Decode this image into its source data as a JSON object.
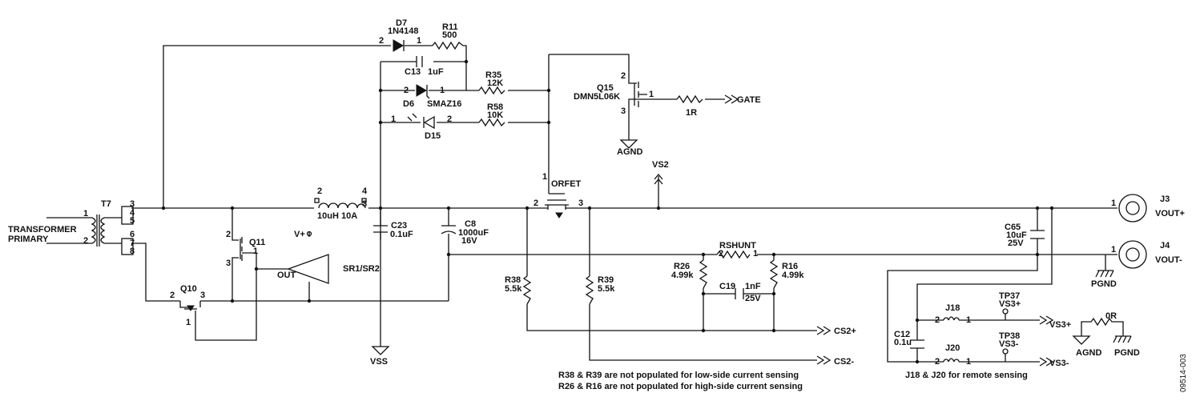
{
  "labels": {
    "transformer_primary_l1": "TRANSFORMER",
    "transformer_primary_l2": "PRIMARY",
    "t7": "T7",
    "t7_pin1": "1",
    "t7_pin2": "2",
    "t7_pin3": "3",
    "t7_pin4": "4",
    "t7_pin5": "5",
    "t7_pin6": "6",
    "t7_pin7": "7",
    "t7_pin8": "8",
    "d7": "D7",
    "d7_part": "1N4148",
    "d7_pin2": "2",
    "d7_pin1": "1",
    "r11": "R11",
    "r11_val": "500",
    "c13": "C13",
    "c13_val": "1uF",
    "d6": "D6",
    "d6_part": "SMAZ16",
    "d6_pin2": "2",
    "d6_pin1": "1",
    "r35": "R35",
    "r35_val": "12K",
    "r58": "R58",
    "r58_val": "10K",
    "d15": "D15",
    "d15_pin1": "1",
    "d15_pin2": "2",
    "q15": "Q15",
    "q15_part": "DMN5L06K",
    "q15_pin1": "1",
    "q15_pin2": "2",
    "q15_pin3": "3",
    "r_gate": "1R",
    "gate": "GATE",
    "agnd_top": "AGND",
    "orfet": "ORFET",
    "orfet_pin1": "1",
    "orfet_pin2": "2",
    "orfet_pin3": "3",
    "vs2": "VS2",
    "l_pin2": "2",
    "l_pin4": "4",
    "l_pin3": "3",
    "l_val": "10uH 10A",
    "c23": "C23",
    "c23_val": "0.1uF",
    "c8": "C8",
    "c8_val": "1000uF",
    "c8_volt": "16V",
    "q11": "Q11",
    "q11_pin1": "1",
    "q11_pin2": "2",
    "q11_pin3": "3",
    "q10": "Q10",
    "q10_pin1": "1",
    "q10_pin2": "2",
    "q10_pin3": "3",
    "vplus": "V+",
    "out": "OUT",
    "sr": "SR1/SR2",
    "vss": "VSS",
    "rshunt": "RSHUNT",
    "rshunt_pin2": "2",
    "rshunt_pin1": "1",
    "r26": "R26",
    "r26_val": "4.99k",
    "r16": "R16",
    "r16_val": "4.99k",
    "c19": "C19",
    "c19_val": "1nF",
    "c19_volt": "25V",
    "r38": "R38",
    "r38_val": "5.5k",
    "r39": "R39",
    "r39_val": "5.5k",
    "cs2p": "CS2+",
    "cs2m": "CS2-",
    "c65": "C65",
    "c65_val": "10uF",
    "c65_volt": "25V",
    "j3": "J3",
    "j3_label": "VOUT+",
    "j3_pin": "1",
    "j4": "J4",
    "j4_label": "VOUT-",
    "j4_pin": "1",
    "pgnd": "PGND",
    "tp37": "TP37",
    "tp37_label": "VS3+",
    "tp38": "TP38",
    "tp38_label": "VS3-",
    "j18": "J18",
    "j18_pin2": "2",
    "j18_pin1": "1",
    "j20": "J20",
    "j20_pin2": "2",
    "j20_pin1": "1",
    "vs3p": "VS3+",
    "vs3m": "VS3-",
    "c12": "C12",
    "c12_val": "0.1u",
    "r0": "0R",
    "agnd_br": "AGND",
    "pgnd_br": "PGND",
    "note1": "R38 & R39 are not populated for low-side current sensing",
    "note2": "R26 & R16 are not populated for high-side current sensing",
    "note3": "J18 & J20 for remote sensing",
    "fig_id": "09514-003"
  }
}
